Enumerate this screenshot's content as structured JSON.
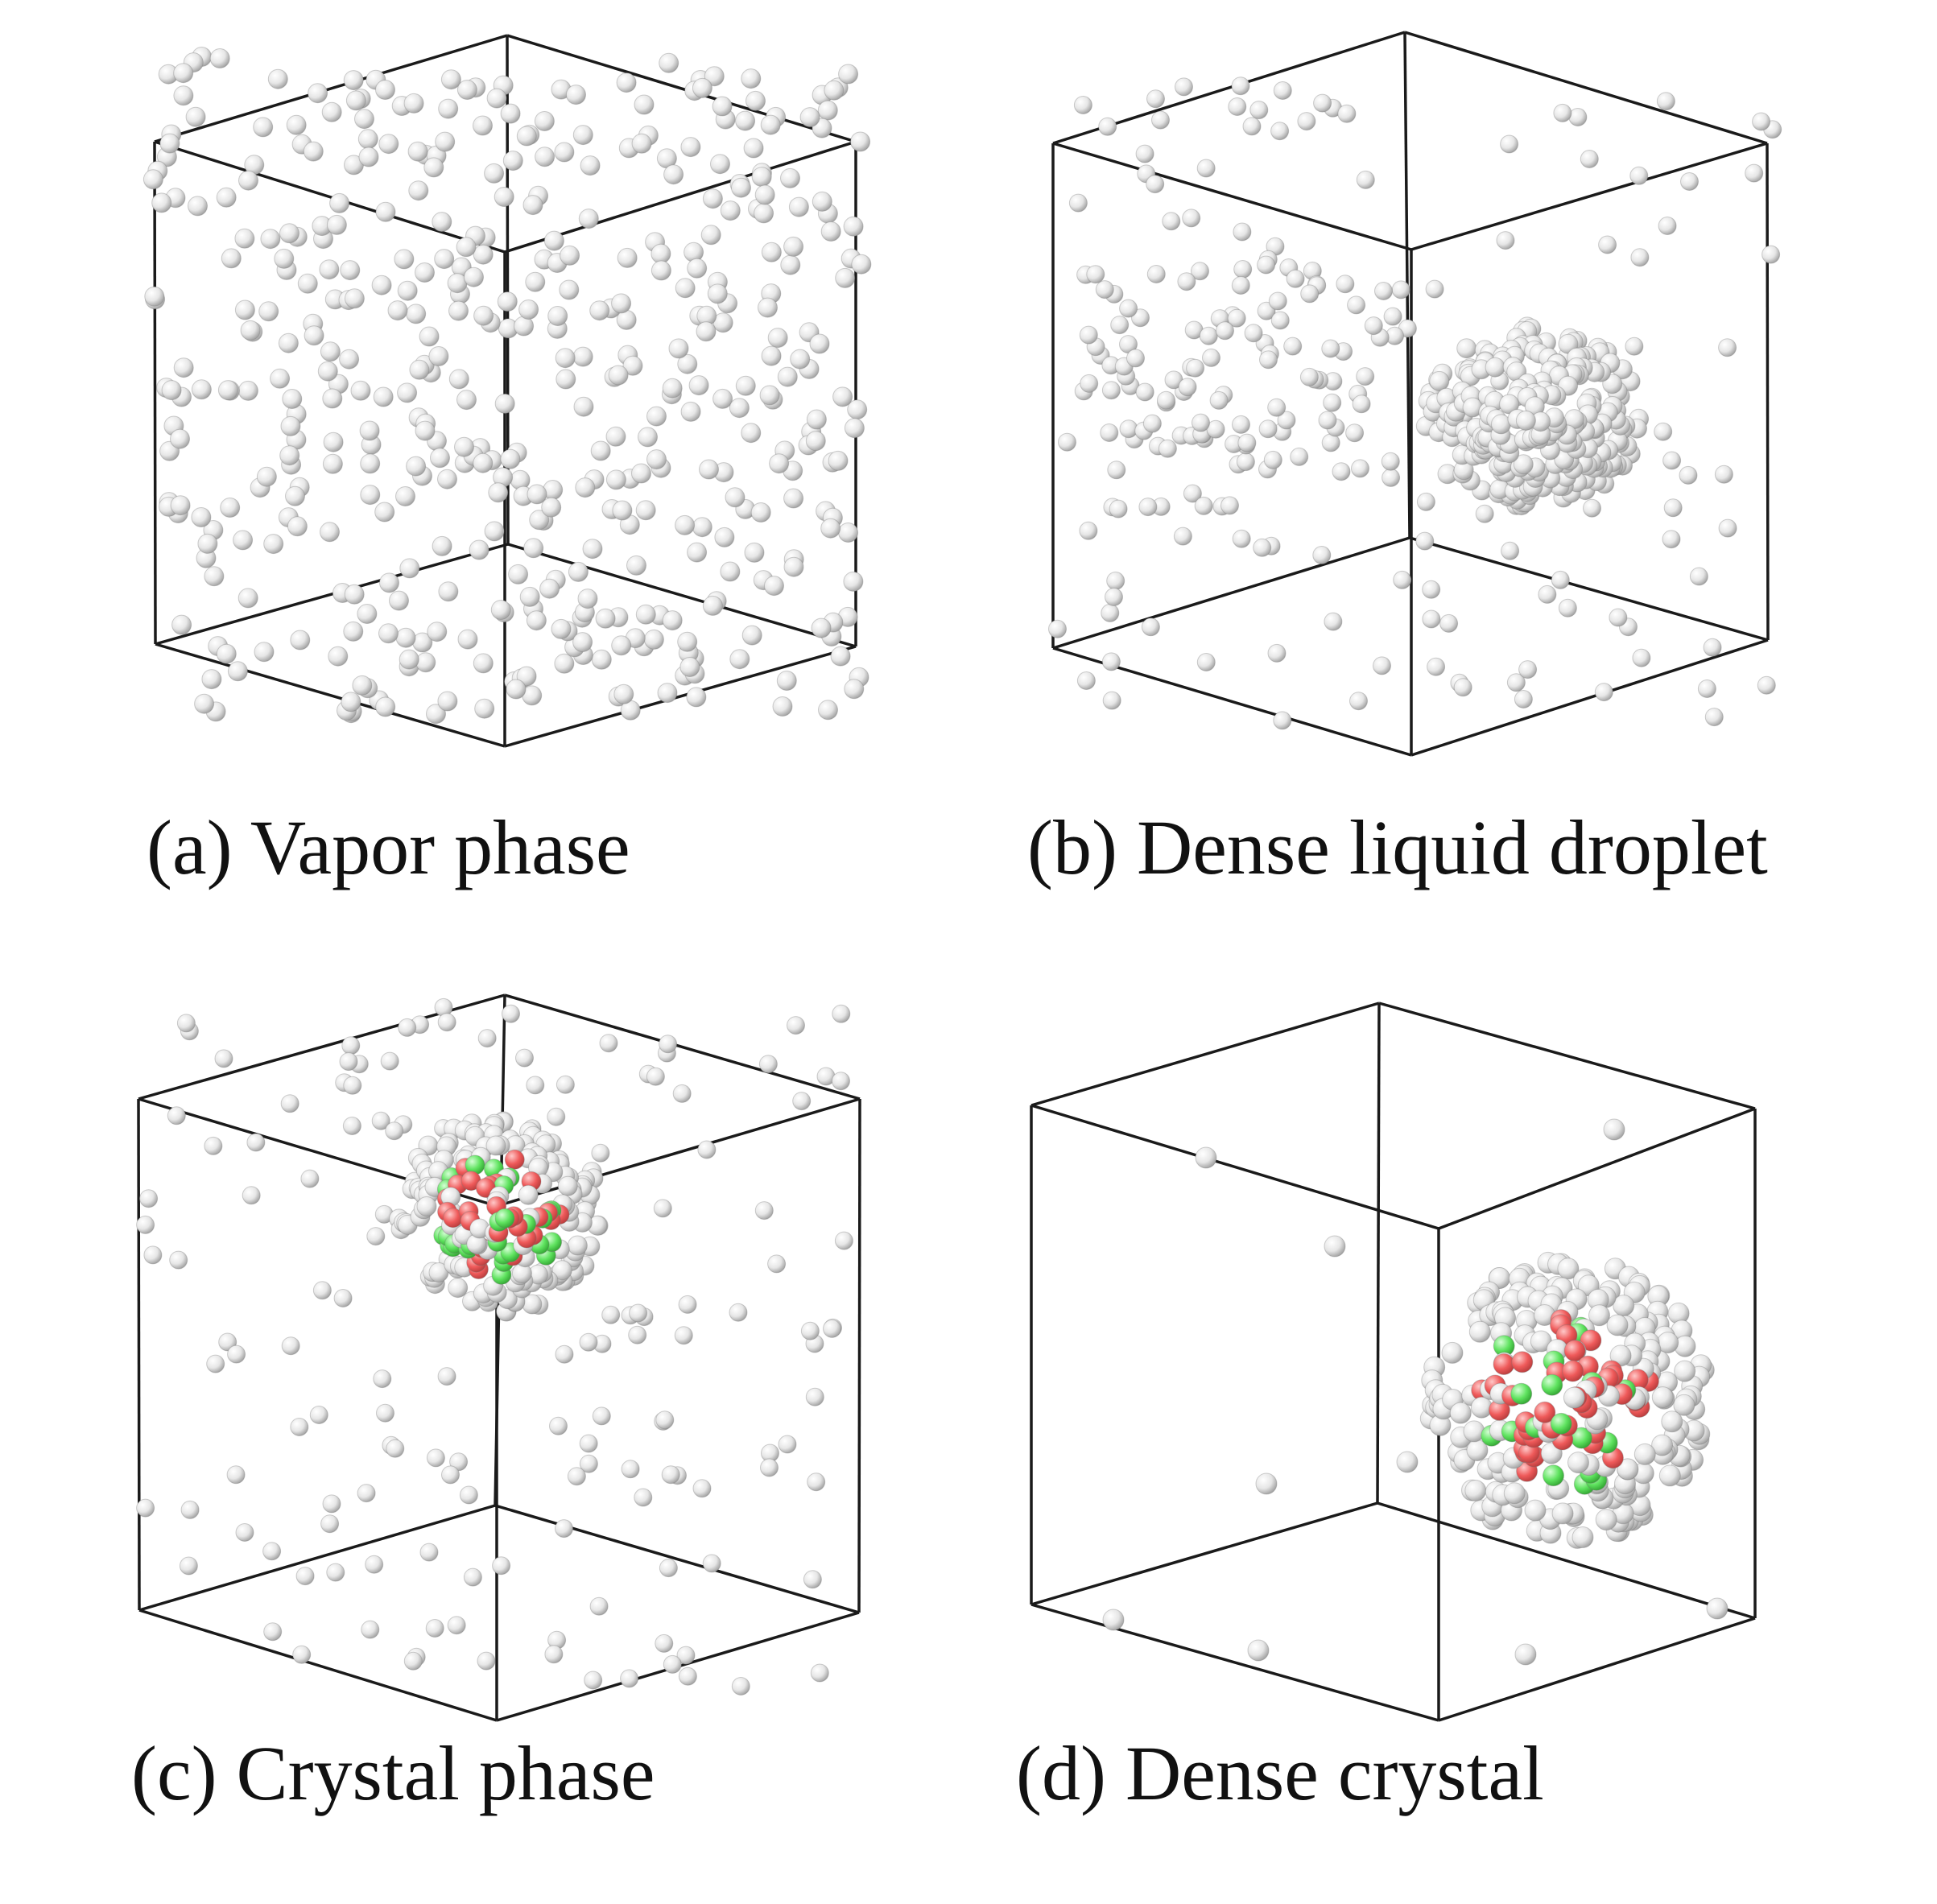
{
  "figure": {
    "panels": [
      {
        "id": "a",
        "caption": "(a) Vapor phase",
        "state": "vapor",
        "particle_color_key": "white"
      },
      {
        "id": "b",
        "caption": "(b) Dense liquid droplet",
        "state": "liquid droplet with surrounding vapor",
        "particle_color_key": "white"
      },
      {
        "id": "c",
        "caption": "(c) Crystal phase",
        "state": "crystal nucleus with surrounding vapor",
        "particle_color_key": "white with red and green crystalline cores"
      },
      {
        "id": "d",
        "caption": "(d) Dense crystal",
        "state": "dense crystal cluster",
        "particle_color_key": "white with red and green crystalline cores"
      }
    ],
    "colors": {
      "particle_white": "#e6e6e6",
      "particle_red": "#ef5a5a",
      "particle_green": "#5fe35f",
      "box_edge": "#1a1a1a",
      "background": "#ffffff"
    }
  }
}
